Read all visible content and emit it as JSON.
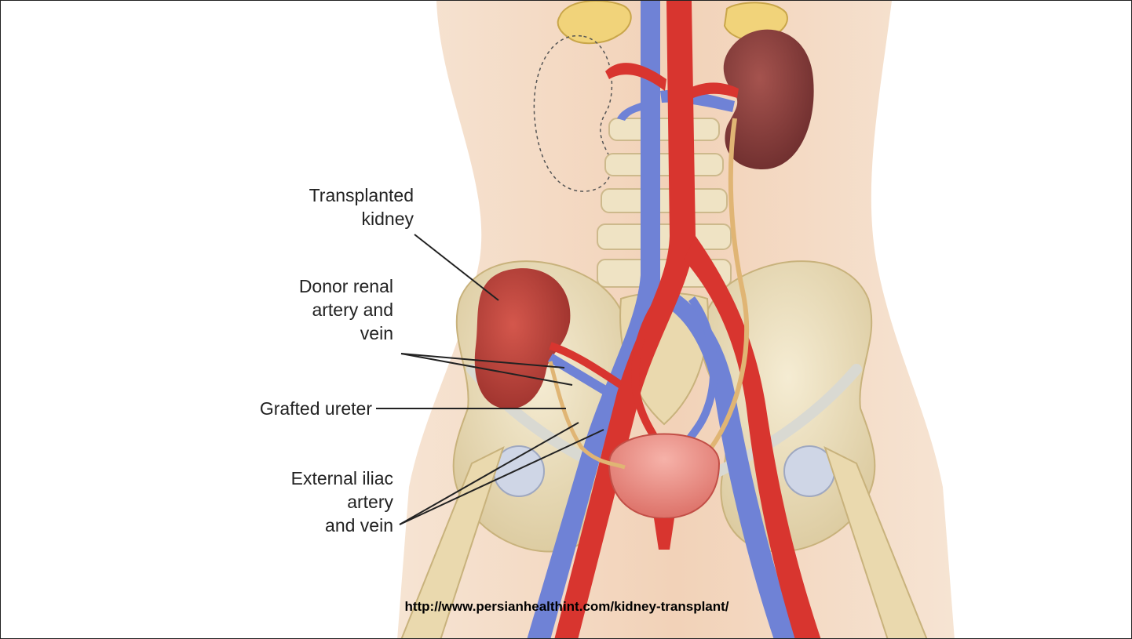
{
  "labels": {
    "transplanted_kidney": [
      "Transplanted",
      "kidney"
    ],
    "donor_renal": [
      "Donor renal",
      "artery and",
      "vein"
    ],
    "grafted_ureter": [
      "Grafted ureter"
    ],
    "external_iliac": [
      "External iliac",
      "artery",
      "and vein"
    ]
  },
  "source_url": "http://www.persianhealthint.com/kidney-transplant/",
  "colors": {
    "artery": "#d8352f",
    "vein": "#6f82d6",
    "kidney": "#b2403a",
    "native_kidney": "#8c3b3a",
    "bone": "#e9dcb8",
    "skin": "#f4d9c2",
    "ureter": "#e0b574",
    "bladder": "#e88d85"
  }
}
